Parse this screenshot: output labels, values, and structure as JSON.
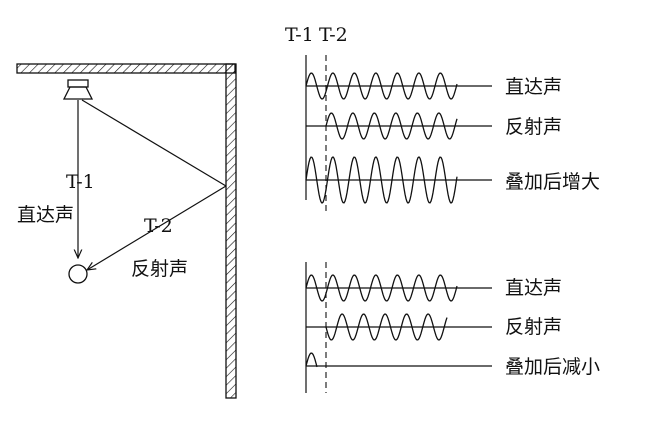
{
  "left_panel": {
    "t1_label": "T-1",
    "direct_label": "直达声",
    "t2_label": "T-2",
    "reflected_label": "反射声"
  },
  "right_panel": {
    "time_markers": {
      "t1": "T-1",
      "t2": "T-2"
    },
    "constructive": {
      "direct": "直达声",
      "reflected": "反射声",
      "sum": "叠加后增大"
    },
    "destructive": {
      "direct": "直达声",
      "reflected": "反射声",
      "sum": "叠加后减小"
    }
  }
}
